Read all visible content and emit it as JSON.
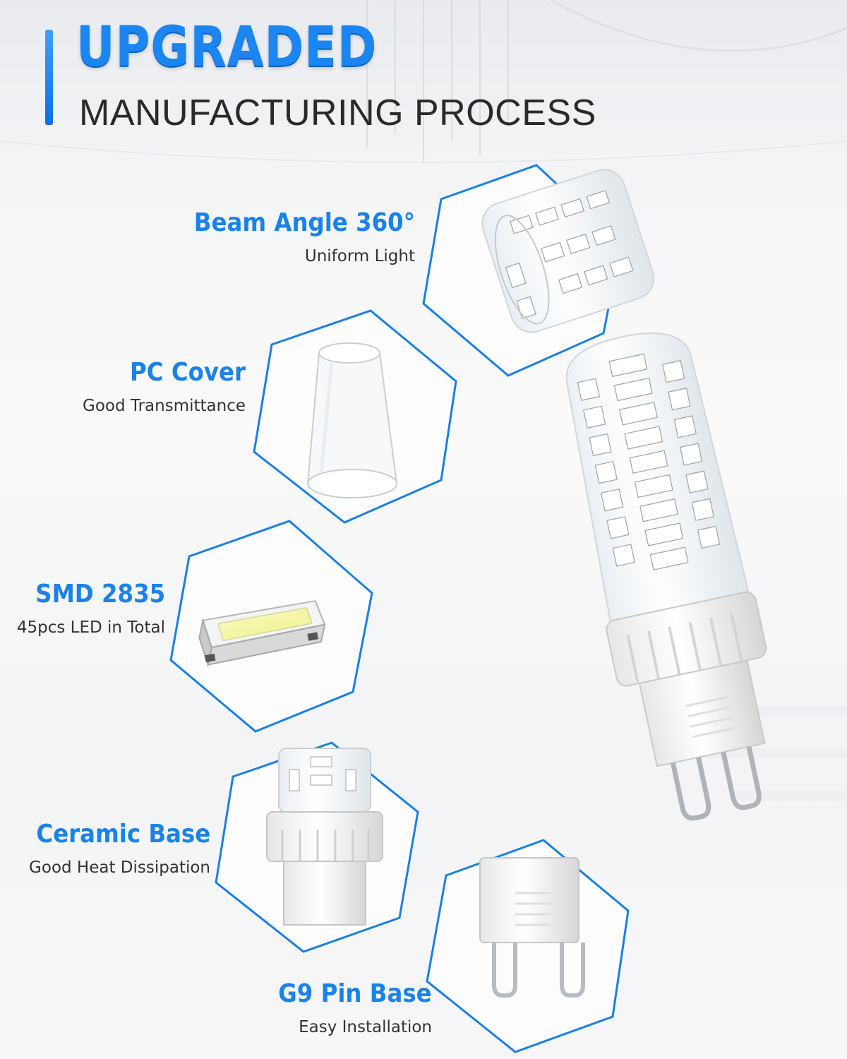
{
  "header": {
    "title": "UPGRADED",
    "subtitle": "MANUFACTURING PROCESS"
  },
  "features": [
    {
      "title": "Beam Angle 360°",
      "subtitle": "Uniform Light"
    },
    {
      "title": "PC Cover",
      "subtitle": "Good Transmittance"
    },
    {
      "title": "SMD 2835",
      "subtitle": "45pcs LED in Total"
    },
    {
      "title": "Ceramic Base",
      "subtitle": "Good Heat Dissipation"
    },
    {
      "title": "G9 Pin Base",
      "subtitle": "Easy Installation"
    }
  ],
  "colors": {
    "accent": "#1b82ea",
    "hexagon_border": "#1a7fe8",
    "text_dark": "#2a2a2a"
  },
  "icons": [
    "led-segment-closeup-icon",
    "pc-cover-icon",
    "smd-chip-icon",
    "ceramic-base-icon",
    "g9-pin-icon",
    "g9-bulb-icon"
  ]
}
